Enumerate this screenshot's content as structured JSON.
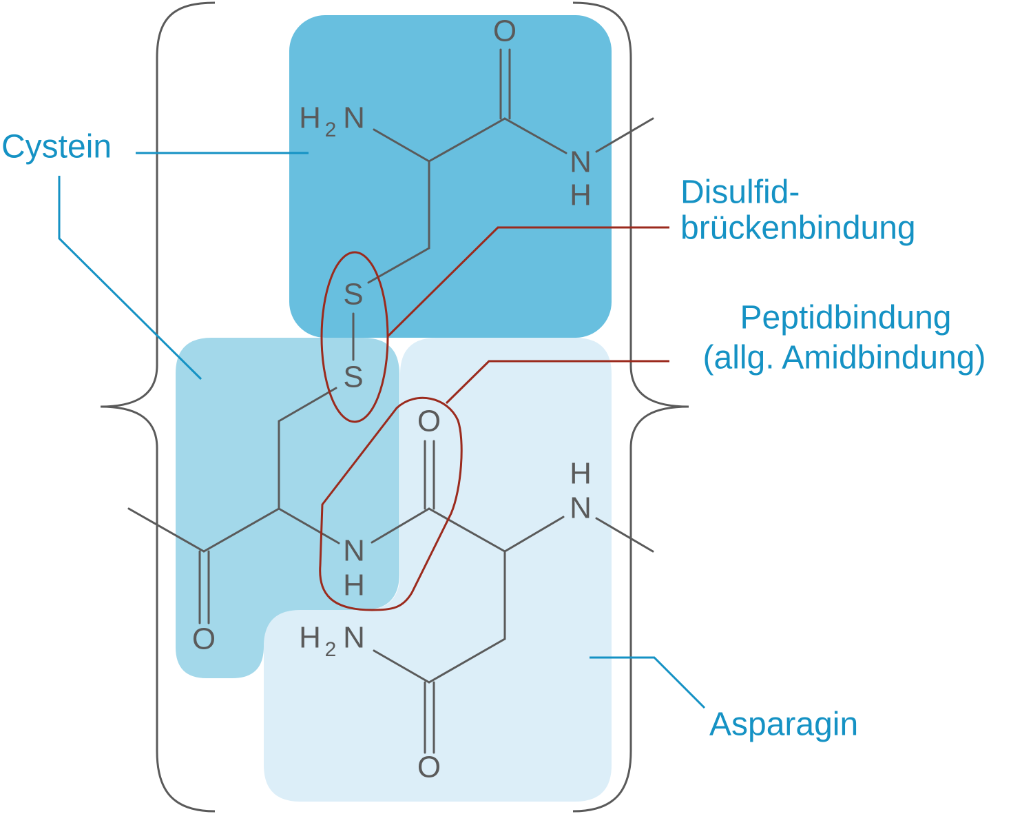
{
  "colors": {
    "cysteine_top": "#68bfdf",
    "cysteine_bottom": "#a3d8ea",
    "asparagine": "#dceef8",
    "label_blue": "#1592c4",
    "highlight_red": "#9b2a1d",
    "bond_grey": "#5a5a5a"
  },
  "labels": {
    "cysteine": "Cystein",
    "disulfide_line1": "Disulfid-",
    "disulfide_line2": "brückenbindung",
    "peptide_line1": "Peptidbindung",
    "peptide_line2": "(allg. Amidbindung)",
    "asparagine": "Asparagin"
  },
  "atoms": {
    "o_top": "O",
    "h2n_top_main": "H",
    "h2n_top_sub": "2",
    "h2n_top_n": "N",
    "n_top": "N",
    "h_top": "H",
    "s1": "S",
    "s2": "S",
    "o_peptide": "O",
    "h_right": "H",
    "n_right": "N",
    "n_mid": "N",
    "h_mid": "H",
    "o_left": "O",
    "h2n_bot_main": "H",
    "h2n_bot_sub": "2",
    "h2n_bot_n": "N",
    "o_bottom": "O"
  }
}
